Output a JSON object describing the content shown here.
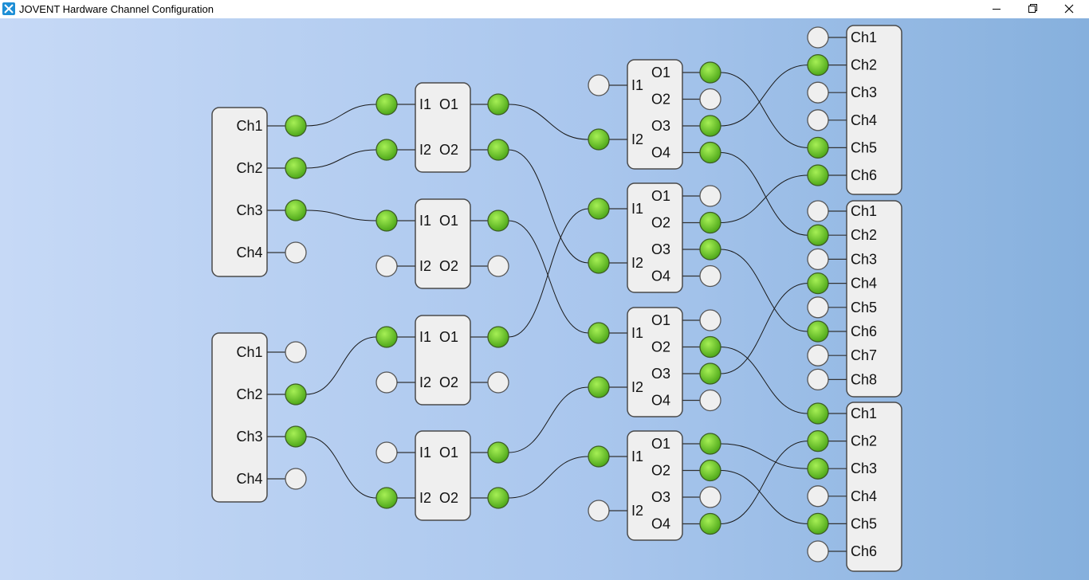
{
  "window": {
    "title": "JOVENT Hardware Channel Configuration",
    "controls": [
      "minimize-icon",
      "restore-icon",
      "close-icon"
    ]
  },
  "colors": {
    "background_left": "#c6d9f6",
    "background_right": "#86b0dd",
    "port_active": "#6fcf2a",
    "port_inactive": "#efefef",
    "box_fill": "#efefef"
  },
  "inputs": [
    {
      "id": "input-1",
      "channels": [
        {
          "label": "Ch1",
          "active": true
        },
        {
          "label": "Ch2",
          "active": true
        },
        {
          "label": "Ch3",
          "active": true
        },
        {
          "label": "Ch4",
          "active": false
        }
      ]
    },
    {
      "id": "input-2",
      "channels": [
        {
          "label": "Ch1",
          "active": false
        },
        {
          "label": "Ch2",
          "active": true
        },
        {
          "label": "Ch3",
          "active": true
        },
        {
          "label": "Ch4",
          "active": false
        }
      ]
    }
  ],
  "splitters": [
    {
      "inputs": [
        {
          "label": "I1",
          "active": true
        },
        {
          "label": "I2",
          "active": true
        }
      ],
      "outputs": [
        {
          "label": "O1",
          "active": true
        },
        {
          "label": "O2",
          "active": true
        }
      ]
    },
    {
      "inputs": [
        {
          "label": "I1",
          "active": true
        },
        {
          "label": "I2",
          "active": false
        }
      ],
      "outputs": [
        {
          "label": "O1",
          "active": true
        },
        {
          "label": "O2",
          "active": false
        }
      ]
    },
    {
      "inputs": [
        {
          "label": "I1",
          "active": true
        },
        {
          "label": "I2",
          "active": false
        }
      ],
      "outputs": [
        {
          "label": "O1",
          "active": true
        },
        {
          "label": "O2",
          "active": false
        }
      ]
    },
    {
      "inputs": [
        {
          "label": "I1",
          "active": false
        },
        {
          "label": "I2",
          "active": true
        }
      ],
      "outputs": [
        {
          "label": "O1",
          "active": true
        },
        {
          "label": "O2",
          "active": true
        }
      ]
    }
  ],
  "switches": [
    {
      "inputs": [
        {
          "label": "I1",
          "active": false
        },
        {
          "label": "I2",
          "active": true
        }
      ],
      "outputs": [
        {
          "label": "O1",
          "active": true
        },
        {
          "label": "O2",
          "active": false
        },
        {
          "label": "O3",
          "active": true
        },
        {
          "label": "O4",
          "active": true
        }
      ]
    },
    {
      "inputs": [
        {
          "label": "I1",
          "active": true
        },
        {
          "label": "I2",
          "active": true
        }
      ],
      "outputs": [
        {
          "label": "O1",
          "active": false
        },
        {
          "label": "O2",
          "active": true
        },
        {
          "label": "O3",
          "active": true
        },
        {
          "label": "O4",
          "active": false
        }
      ]
    },
    {
      "inputs": [
        {
          "label": "I1",
          "active": true
        },
        {
          "label": "I2",
          "active": true
        }
      ],
      "outputs": [
        {
          "label": "O1",
          "active": false
        },
        {
          "label": "O2",
          "active": true
        },
        {
          "label": "O3",
          "active": true
        },
        {
          "label": "O4",
          "active": false
        }
      ]
    },
    {
      "inputs": [
        {
          "label": "I1",
          "active": true
        },
        {
          "label": "I2",
          "active": false
        }
      ],
      "outputs": [
        {
          "label": "O1",
          "active": true
        },
        {
          "label": "O2",
          "active": true
        },
        {
          "label": "O3",
          "active": false
        },
        {
          "label": "O4",
          "active": true
        }
      ]
    }
  ],
  "outputs": [
    {
      "id": "output-1",
      "channels": [
        {
          "label": "Ch1",
          "active": false
        },
        {
          "label": "Ch2",
          "active": true
        },
        {
          "label": "Ch3",
          "active": false
        },
        {
          "label": "Ch4",
          "active": false
        },
        {
          "label": "Ch5",
          "active": true
        },
        {
          "label": "Ch6",
          "active": true
        }
      ]
    },
    {
      "id": "output-2",
      "channels": [
        {
          "label": "Ch1",
          "active": false
        },
        {
          "label": "Ch2",
          "active": true
        },
        {
          "label": "Ch3",
          "active": false
        },
        {
          "label": "Ch4",
          "active": true
        },
        {
          "label": "Ch5",
          "active": false
        },
        {
          "label": "Ch6",
          "active": true
        },
        {
          "label": "Ch7",
          "active": false
        },
        {
          "label": "Ch8",
          "active": false
        }
      ]
    },
    {
      "id": "output-3",
      "channels": [
        {
          "label": "Ch1",
          "active": true
        },
        {
          "label": "Ch2",
          "active": true
        },
        {
          "label": "Ch3",
          "active": true
        },
        {
          "label": "Ch4",
          "active": false
        },
        {
          "label": "Ch5",
          "active": true
        },
        {
          "label": "Ch6",
          "active": false
        }
      ]
    }
  ],
  "connections": [
    {
      "from": "input-1.Ch1",
      "to": "splitter-1.I1"
    },
    {
      "from": "input-1.Ch2",
      "to": "splitter-1.I2"
    },
    {
      "from": "input-1.Ch3",
      "to": "splitter-2.I1"
    },
    {
      "from": "input-2.Ch2",
      "to": "splitter-3.I1"
    },
    {
      "from": "input-2.Ch3",
      "to": "splitter-4.I2"
    },
    {
      "from": "splitter-1.O1",
      "to": "switch-1.I2"
    },
    {
      "from": "splitter-1.O2",
      "to": "switch-2.I2"
    },
    {
      "from": "splitter-2.O1",
      "to": "switch-3.I1"
    },
    {
      "from": "splitter-3.O1",
      "to": "switch-2.I1"
    },
    {
      "from": "splitter-4.O1",
      "to": "switch-3.I2"
    },
    {
      "from": "splitter-4.O2",
      "to": "switch-4.I1"
    },
    {
      "from": "switch-1.O1",
      "to": "output-1.Ch5"
    },
    {
      "from": "switch-1.O3",
      "to": "output-1.Ch2"
    },
    {
      "from": "switch-1.O4",
      "to": "output-2.Ch2"
    },
    {
      "from": "switch-2.O2",
      "to": "output-1.Ch6"
    },
    {
      "from": "switch-2.O3",
      "to": "output-2.Ch6"
    },
    {
      "from": "switch-3.O2",
      "to": "output-3.Ch1"
    },
    {
      "from": "switch-3.O3",
      "to": "output-2.Ch4"
    },
    {
      "from": "switch-4.O1",
      "to": "output-3.Ch3"
    },
    {
      "from": "switch-4.O2",
      "to": "output-3.Ch5"
    },
    {
      "from": "switch-4.O4",
      "to": "output-3.Ch2"
    }
  ]
}
